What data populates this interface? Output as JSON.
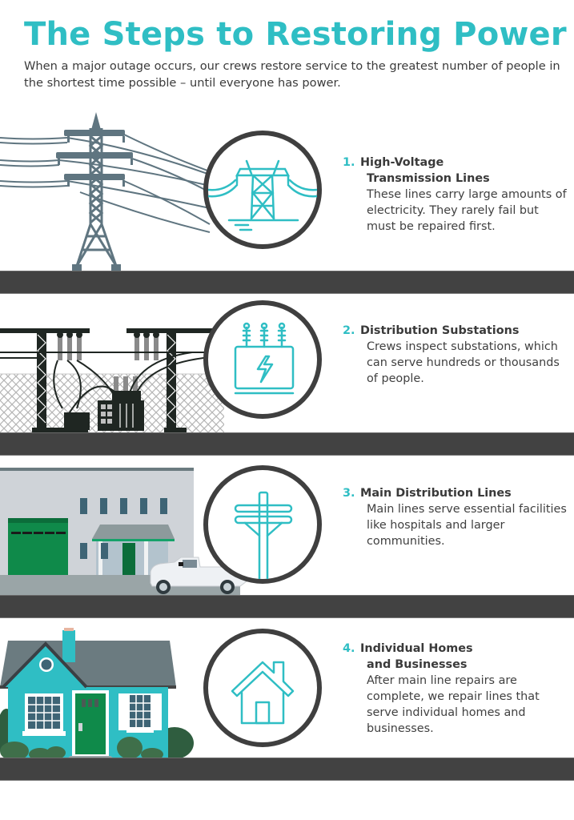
{
  "header": {
    "title": "The Steps to Restoring Power",
    "subtitle": "When a major outage occurs, our crews restore service to the greatest number of people in the shortest time possible – until everyone has power."
  },
  "colors": {
    "accent": "#2fbec4",
    "band": "#424242",
    "circle_border": "#3f3f3f",
    "text": "#3d3d3d",
    "tower": "#5f7580",
    "green": "#0f8a4a"
  },
  "steps": [
    {
      "number": "1.",
      "title_line1": "High-Voltage",
      "title_line2": "Transmission Lines",
      "description": "These lines carry large amounts of electricity. They rarely fail but must be repaired first.",
      "icon": "transmission-tower-icon",
      "scene": "transmission-tower-illustration"
    },
    {
      "number": "2.",
      "title_line1": "Distribution Substations",
      "title_line2": "",
      "description": "Crews inspect substations, which can serve hundreds or thousands of people.",
      "icon": "substation-transformer-icon",
      "scene": "substation-illustration"
    },
    {
      "number": "3.",
      "title_line1": "Main Distribution Lines",
      "title_line2": "",
      "description": "Main lines serve essential facilities like hospitals and larger communities.",
      "icon": "utility-pole-icon",
      "scene": "facility-and-truck-illustration"
    },
    {
      "number": "4.",
      "title_line1": "Individual Homes",
      "title_line2": "and Businesses",
      "description": "After main line repairs are complete, we repair lines that serve individual homes and businesses.",
      "icon": "house-icon",
      "scene": "house-illustration"
    }
  ]
}
